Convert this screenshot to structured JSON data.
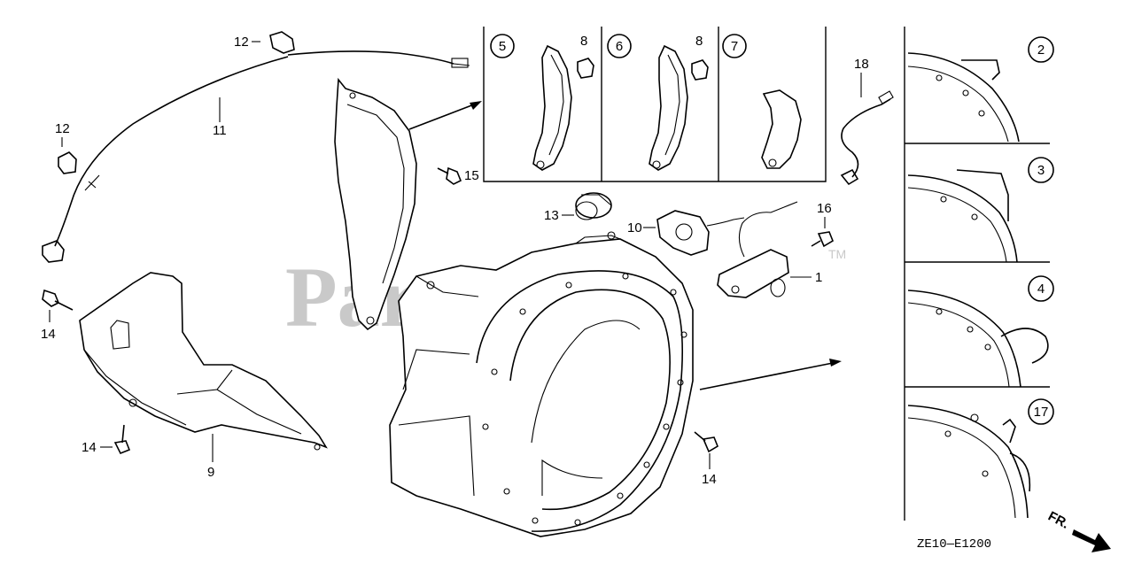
{
  "diagram": {
    "watermark": "PartsTree",
    "watermark_mark": "TM",
    "diagram_code": "ZE10—E1200",
    "direction_label": "FR.",
    "part_labels": [
      {
        "id": "p1",
        "text": "1"
      },
      {
        "id": "p9",
        "text": "9"
      },
      {
        "id": "p10",
        "text": "10"
      },
      {
        "id": "p11",
        "text": "11"
      },
      {
        "id": "p12a",
        "text": "12"
      },
      {
        "id": "p12b",
        "text": "12"
      },
      {
        "id": "p13",
        "text": "13"
      },
      {
        "id": "p14a",
        "text": "14"
      },
      {
        "id": "p14b",
        "text": "14"
      },
      {
        "id": "p14c",
        "text": "14"
      },
      {
        "id": "p15",
        "text": "15"
      },
      {
        "id": "p16",
        "text": "16"
      },
      {
        "id": "p18",
        "text": "18"
      },
      {
        "id": "p8a",
        "text": "8"
      },
      {
        "id": "p8b",
        "text": "8"
      }
    ],
    "variant_top": [
      "5",
      "6",
      "7"
    ],
    "variant_side": [
      "2",
      "3",
      "4",
      "17"
    ]
  }
}
